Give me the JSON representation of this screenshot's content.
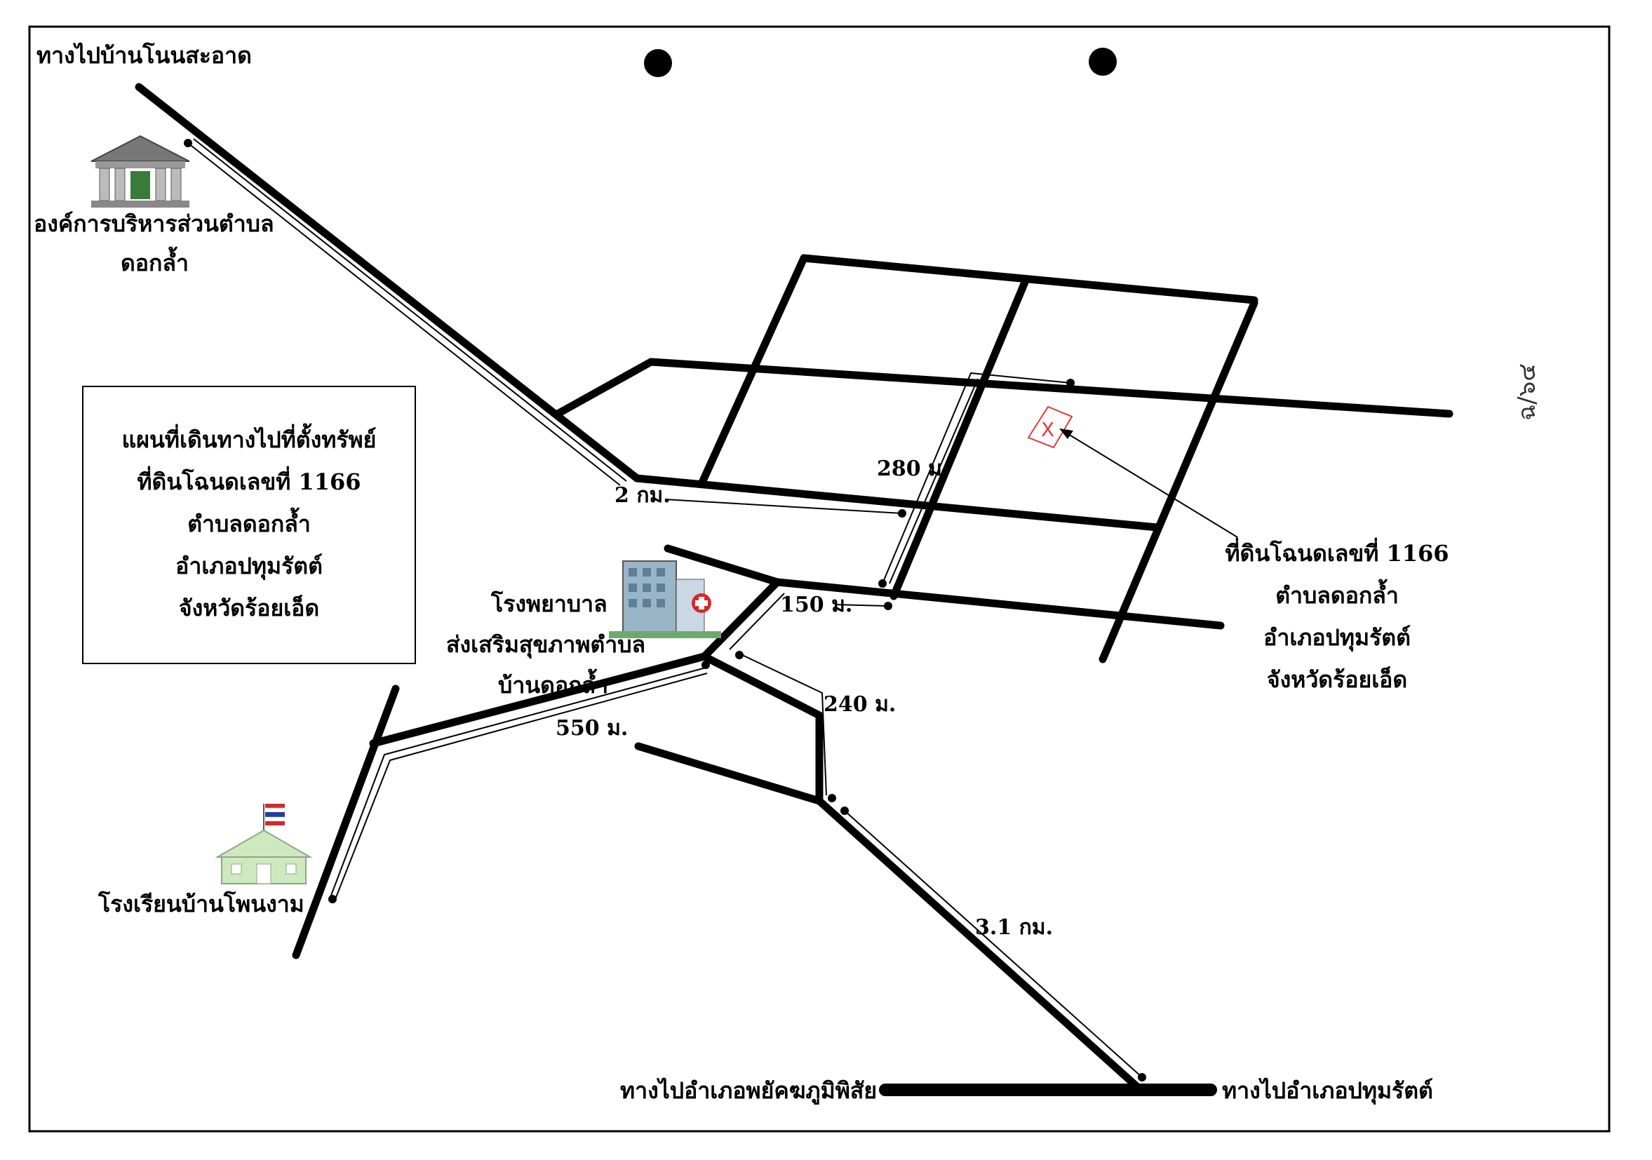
{
  "destinations": {
    "top_left": "ทางไปบ้านโนนสะอาด",
    "bottom_left": "ทางไปอำเภอพยัคฆภูมิพิสัย",
    "bottom_right": "ทางไปอำเภอปทุมรัตต์"
  },
  "landmarks": {
    "sao_line1": "องค์การบริหารส่วนตำบล",
    "sao_line2": "ดอกล้ำ",
    "hospital_line1": "โรงพยาบาล",
    "hospital_line2": "ส่งเสริมสุขภาพตำบล",
    "hospital_line3": "บ้านดอกล้ำ",
    "school": "โรงเรียนบ้านโพนงาม"
  },
  "legend_box": {
    "line1": "แผนที่เดินทางไปที่ตั้งทรัพย์",
    "line2": "ที่ดินโฉนดเลขที่ 1166",
    "line3": "ตำบลดอกล้ำ",
    "line4": "อำเภอปทุมรัตต์",
    "line5": "จังหวัดร้อยเอ็ด"
  },
  "property_label": {
    "line1": "ที่ดินโฉนดเลขที่ 1166",
    "line2": "ตำบลดอกล้ำ",
    "line3": "อำเภอปทุมรัตต์",
    "line4": "จังหวัดร้อยเอ็ด"
  },
  "distances": {
    "d_2km": "2 กม.",
    "d_280m": "280 ม.",
    "d_150m": "150 ม.",
    "d_240m": "240 ม.",
    "d_550m": "550 ม.",
    "d_3_1km": "3.1 กม."
  },
  "handwritten_note": "ฉ/๖๔",
  "property_marker": "X",
  "colors": {
    "road": "#000000",
    "property": "#e53935",
    "flag_red": "#d62828",
    "flag_blue": "#1d3fa0",
    "school_green": "#cfe8c0",
    "hospital_blue": "#8fb7d9"
  }
}
